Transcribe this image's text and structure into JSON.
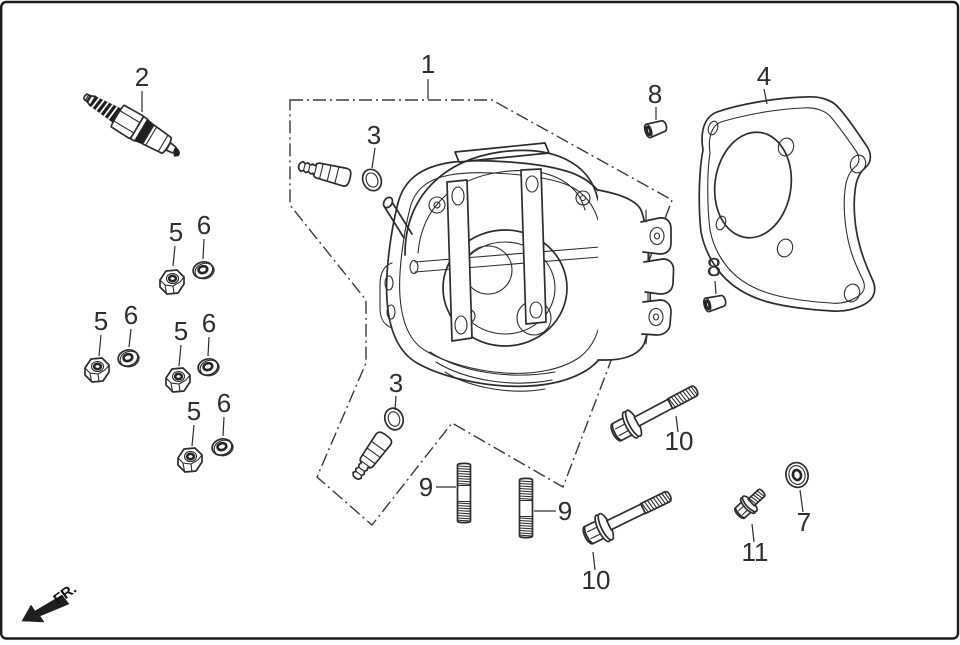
{
  "diagram": {
    "type": "exploded-parts-diagram",
    "subject": "cylinder-head-assembly",
    "direction_indicator": "FR.",
    "ink_color": "#2d2d2d",
    "background_color": "#ffffff"
  },
  "callouts": [
    {
      "ref": "1",
      "part": "cylinder-head"
    },
    {
      "ref": "2",
      "part": "spark-plug"
    },
    {
      "ref": "3",
      "part": "o-ring-upper"
    },
    {
      "ref": "3",
      "part": "o-ring-lower"
    },
    {
      "ref": "4",
      "part": "cylinder-gasket"
    },
    {
      "ref": "5",
      "part": "nut-a"
    },
    {
      "ref": "6",
      "part": "washer-a"
    },
    {
      "ref": "5",
      "part": "nut-b"
    },
    {
      "ref": "6",
      "part": "washer-b"
    },
    {
      "ref": "5",
      "part": "nut-c"
    },
    {
      "ref": "6",
      "part": "washer-c"
    },
    {
      "ref": "5",
      "part": "nut-d"
    },
    {
      "ref": "6",
      "part": "washer-d"
    },
    {
      "ref": "7",
      "part": "sealing-washer"
    },
    {
      "ref": "8",
      "part": "dowel-cap-upper"
    },
    {
      "ref": "8",
      "part": "dowel-cap-lower"
    },
    {
      "ref": "9",
      "part": "stud-left"
    },
    {
      "ref": "9",
      "part": "stud-right"
    },
    {
      "ref": "10",
      "part": "flange-bolt-upper"
    },
    {
      "ref": "10",
      "part": "flange-bolt-lower"
    },
    {
      "ref": "11",
      "part": "flange-bolt-small"
    }
  ]
}
